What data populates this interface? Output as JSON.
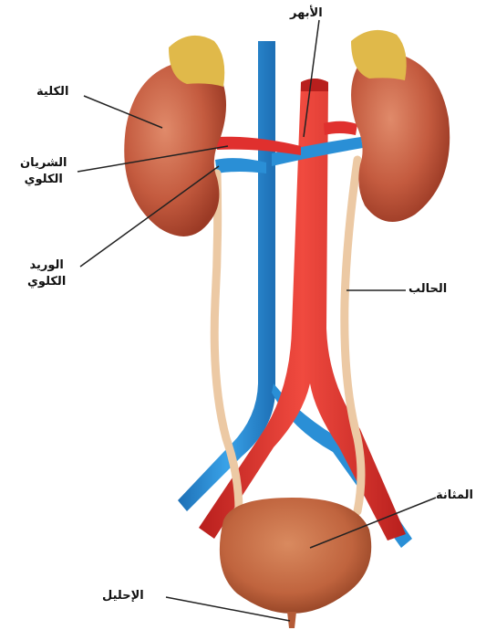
{
  "labels": {
    "aorta": "الأبهر",
    "kidney": "الكلية",
    "renal_artery": [
      "الشريان",
      "الكلوي"
    ],
    "renal_vein": [
      "الوريد",
      "الكلوي"
    ],
    "ureter": "الحالب",
    "bladder": "المثانة",
    "urethra": "الإحليل"
  },
  "colors": {
    "kidney": "#c45b3f",
    "kidney_shadow": "#9b3a25",
    "adrenal": "#e0b94a",
    "artery": "#e0302e",
    "vein": "#2a8fd6",
    "ureter": "#ecc9a4",
    "bladder": "#c0643e"
  }
}
